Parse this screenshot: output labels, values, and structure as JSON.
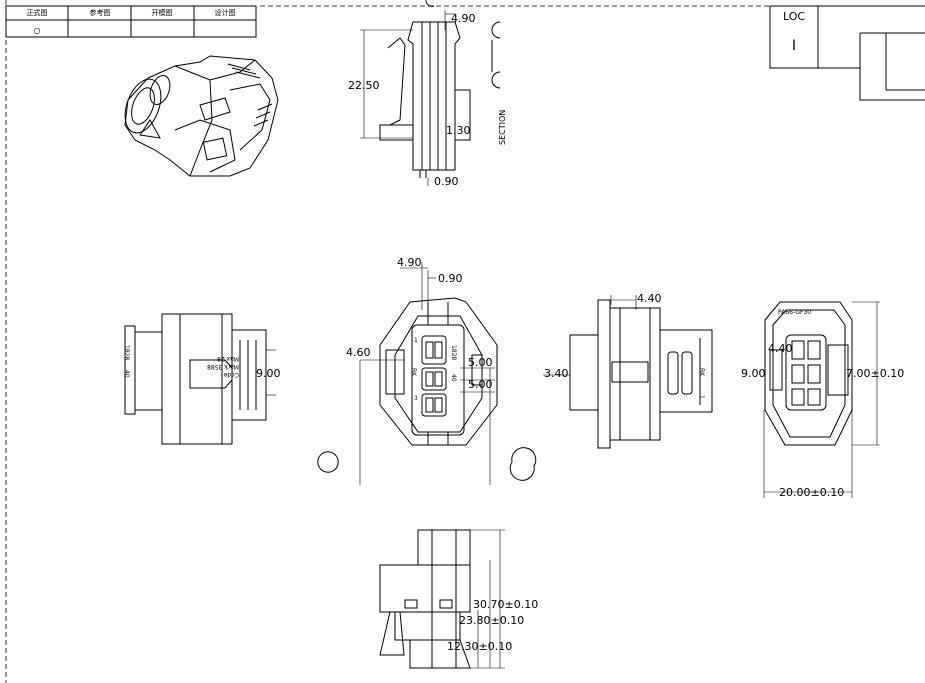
{
  "title_block": {
    "headers": [
      "正式图",
      "参考图",
      "开模图",
      "设计图"
    ],
    "mark": "○"
  },
  "loc_box": {
    "label": "LOC",
    "value": "I"
  },
  "section_label": "SECTION",
  "dimensions": {
    "top_width": "4.90",
    "top_height": "22.50",
    "top_gap": "1.30",
    "top_pin": "0.90",
    "front_w1": "4.90",
    "front_w2": "0.90",
    "front_h1": "4.60",
    "front_pitch1": "5.00",
    "front_pitch2": "5.00",
    "side_left_h": "9.00",
    "right_side_w": "4.40",
    "right_side_h": "3.40",
    "rear_h": "9.00",
    "rear_top": "4.40",
    "rear_inner": "7.00±0.10",
    "rear_width": "20.00±0.10",
    "bottom_h1": "30.70±0.10",
    "bottom_h2": "23.80±0.10",
    "bottom_h3": "12.30±0.10"
  },
  "part_text": {
    "front_mark_1": "BK",
    "front_mark_2": "1",
    "front_mark_3": "3",
    "front_mark_4": "1828",
    "front_mark_5": "40",
    "side_mark_1": "1828",
    "side_mark_2": "40",
    "side_mark_3": "Code",
    "side_mark_4": "Mark 3588",
    "side_mark_5": "Max 28",
    "right_mark_1": "BK",
    "right_mark_2": "1",
    "rear_mark": "PA66-GF30"
  }
}
